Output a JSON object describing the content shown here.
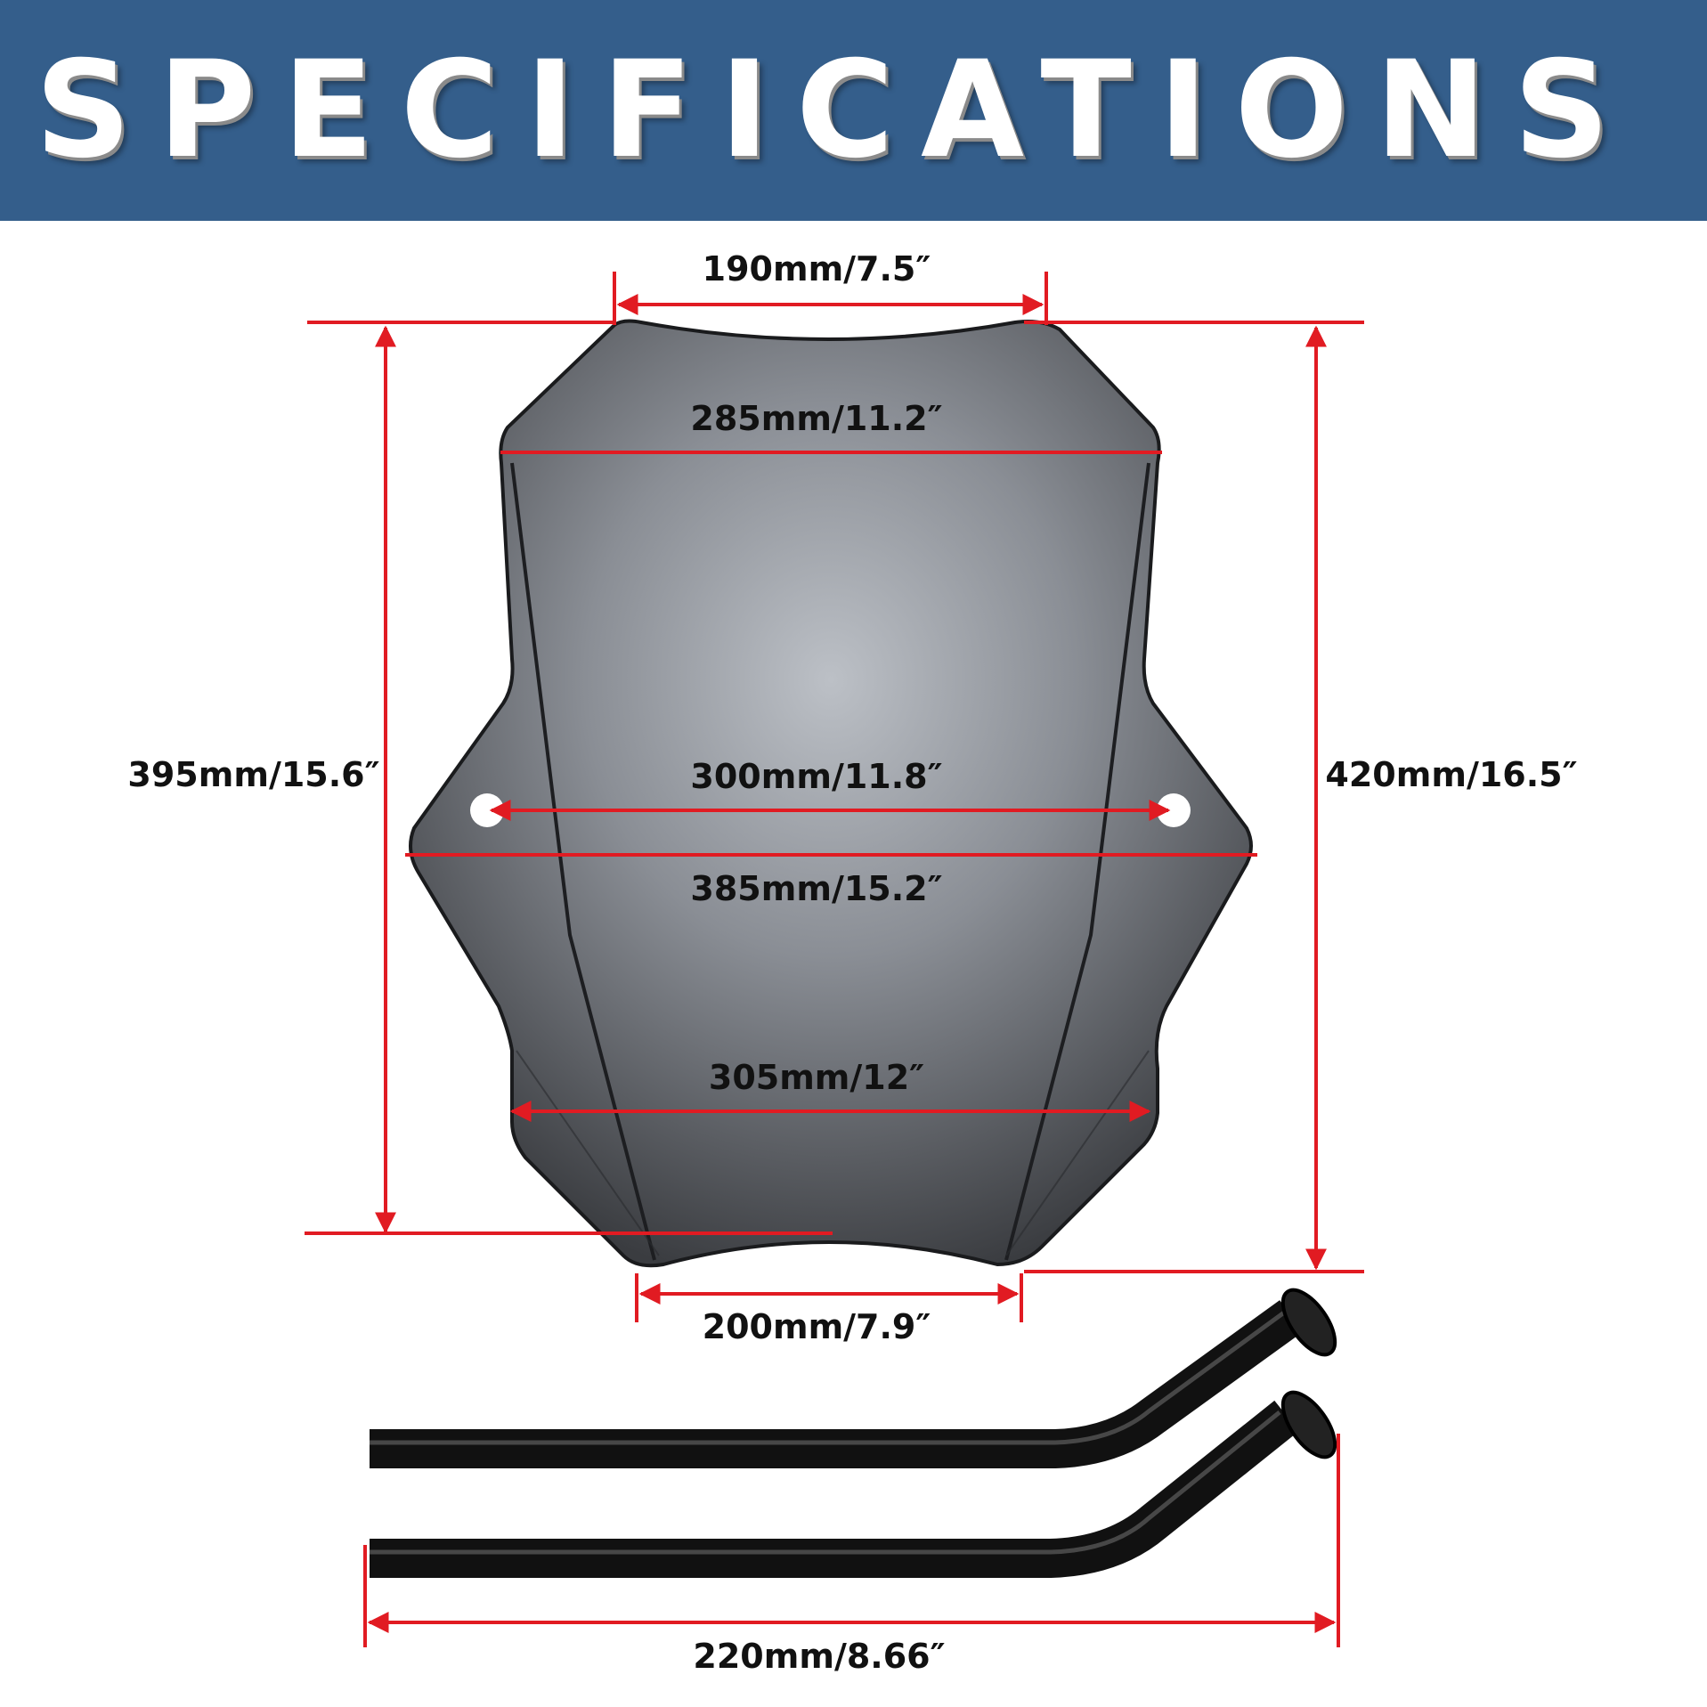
{
  "header": {
    "title": "SPECIFICATIONS",
    "background_color": "#345e8b",
    "text_color": "#ffffff"
  },
  "dimension_color": "#e11b22",
  "dimensions": {
    "top_width": "190mm/7.5″",
    "upper_width": "285mm/11.2″",
    "hole_spacing": "300mm/11.8″",
    "max_width": "385mm/15.2″",
    "lower_width": "305mm/12″",
    "bottom_width": "200mm/7.9″",
    "left_height": "395mm/15.6″",
    "right_height": "420mm/16.5″",
    "bracket_length": "220mm/8.66″"
  },
  "objects": {
    "windscreen": "windscreen-panel",
    "brackets": "mounting-bracket"
  }
}
